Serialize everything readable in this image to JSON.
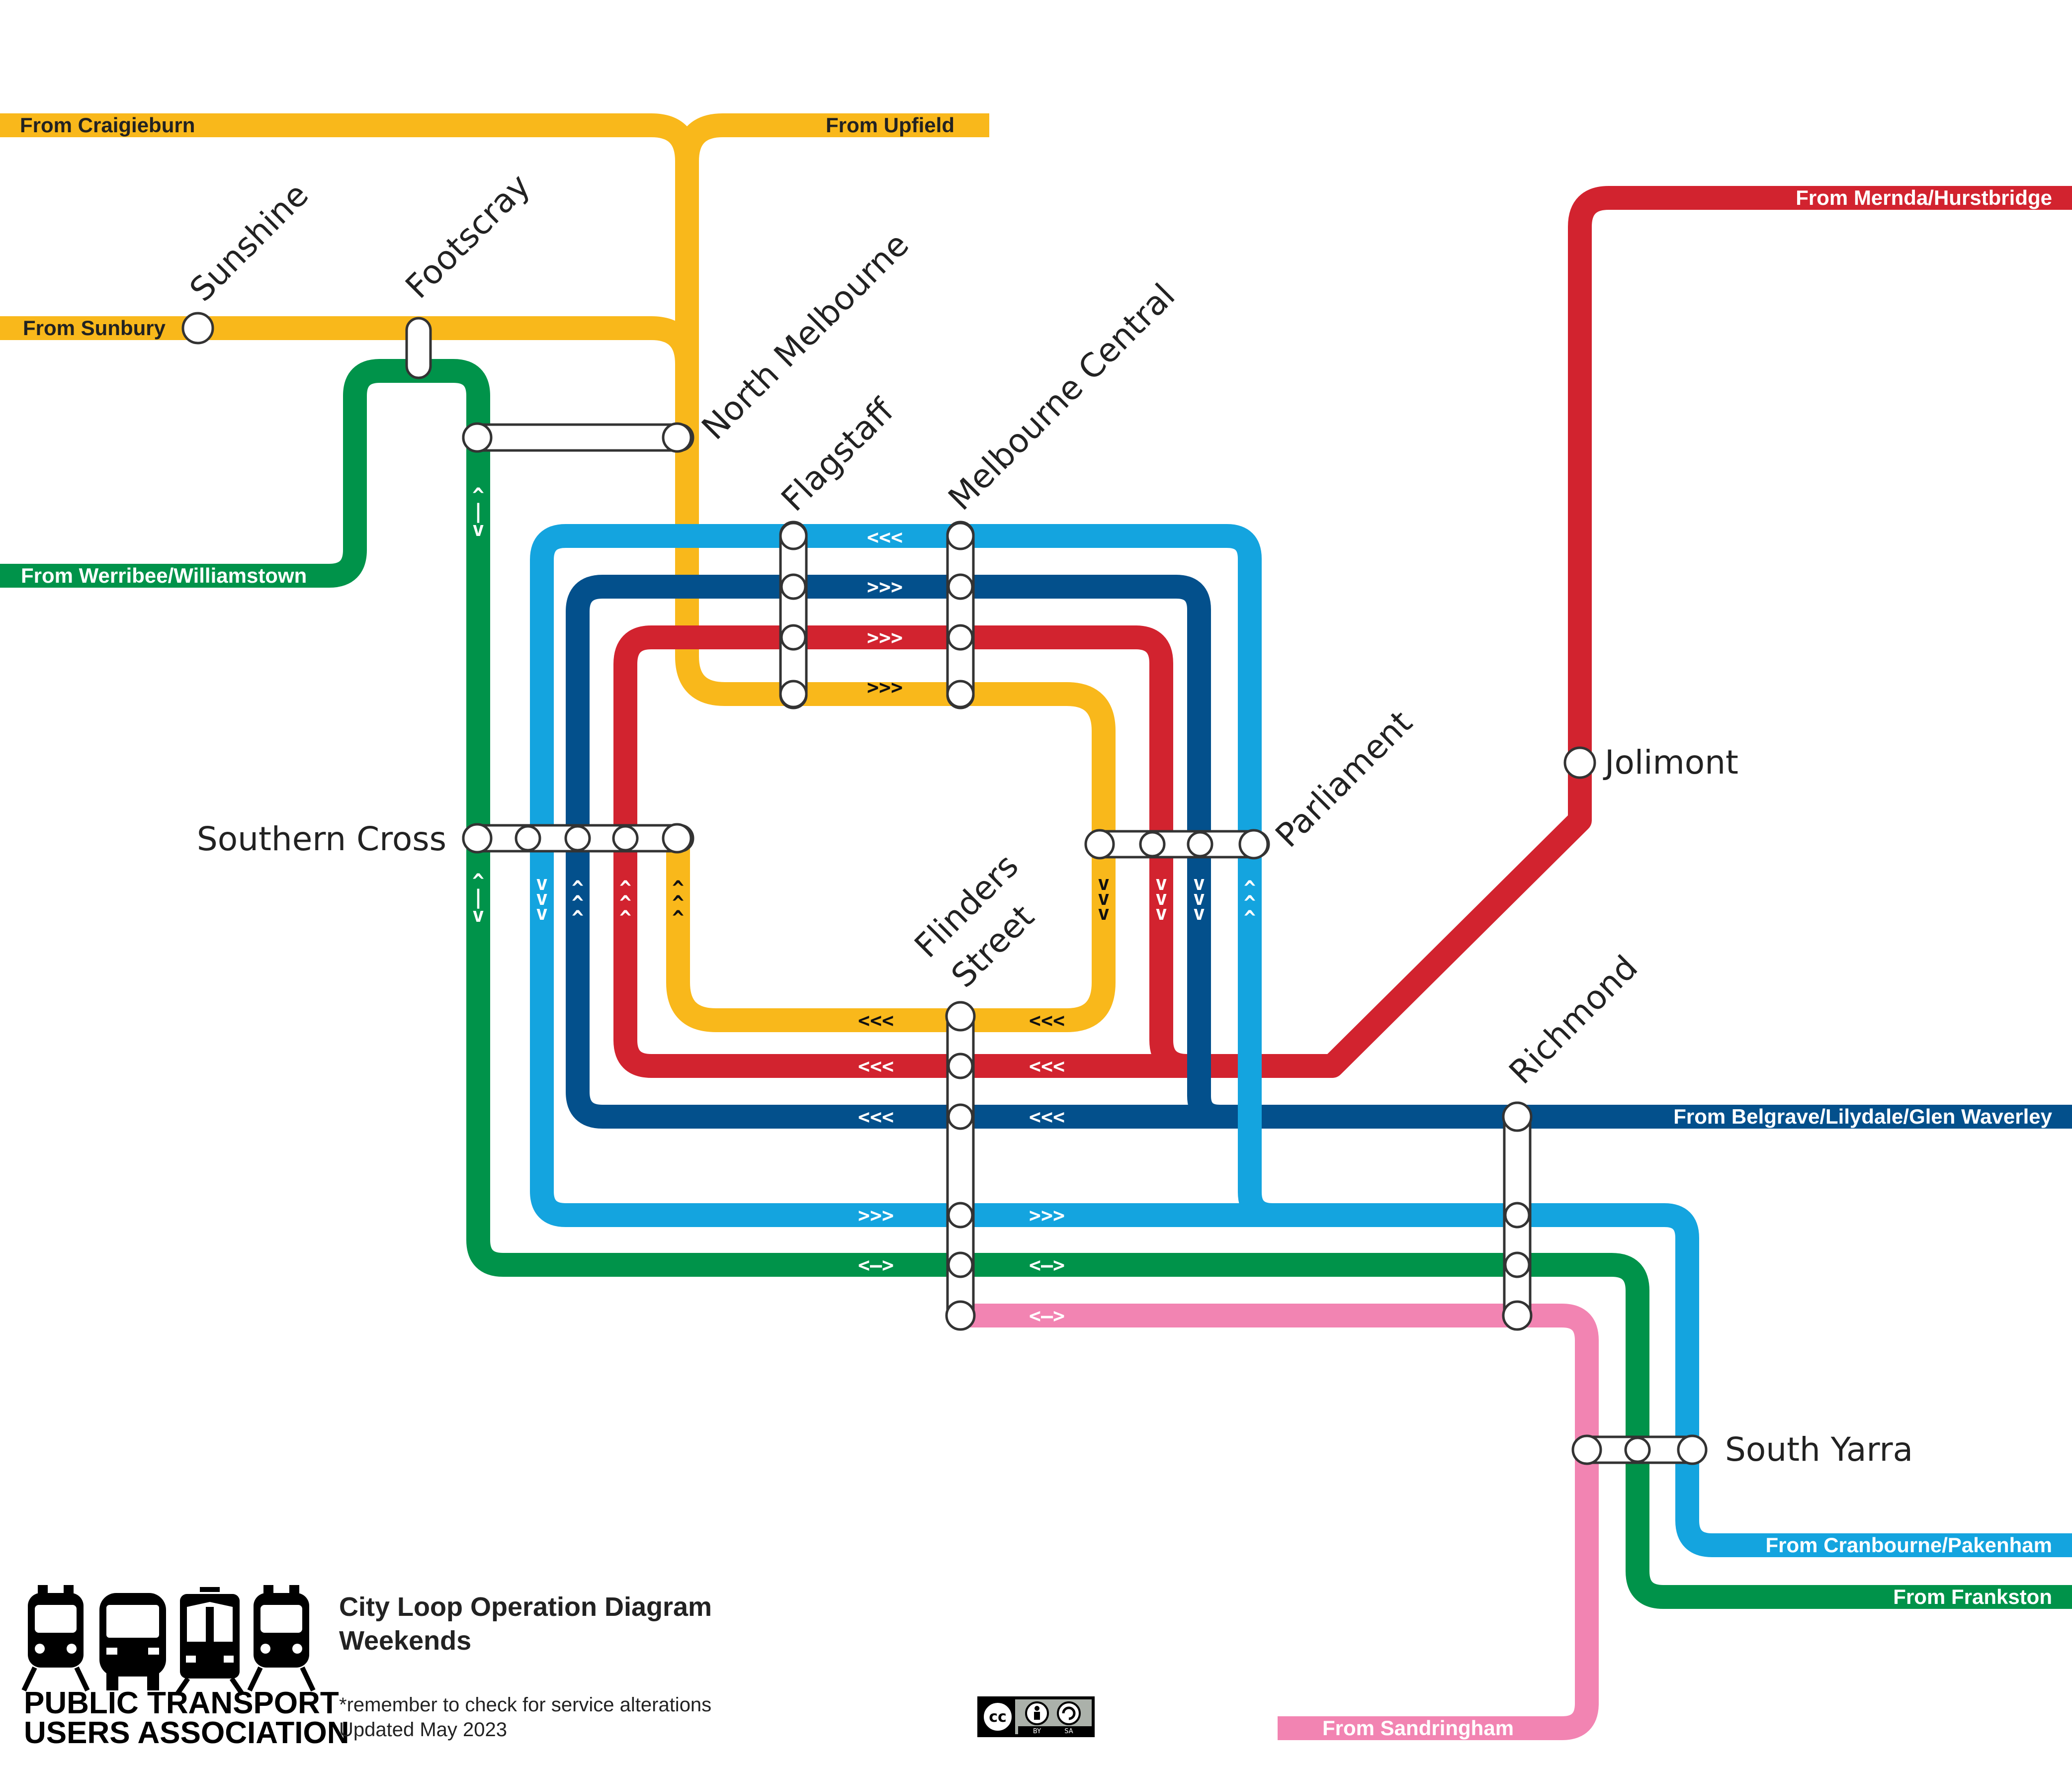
{
  "colors": {
    "yellow": "#F9B81B",
    "red": "#D2232F",
    "green": "#00934A",
    "light_blue": "#14A4DF",
    "dark_blue": "#03508C",
    "pink": "#F284B2"
  },
  "origins": {
    "craigieburn": "From Craigieburn",
    "upfield": "From Upfield",
    "mernda": "From Mernda/Hurstbridge",
    "sunbury": "From Sunbury",
    "werribee": "From Werribee/Williamstown",
    "belgrave": "From Belgrave/Lilydale/Glen Waverley",
    "cranbourne": "From Cranbourne/Pakenham",
    "frankston": "From Frankston",
    "sandringham": "From Sandringham"
  },
  "stations": {
    "sunshine": "Sunshine",
    "footscray": "Footscray",
    "north_melbourne": "North Melbourne",
    "flagstaff": "Flagstaff",
    "melbourne_central": "Melbourne Central",
    "parliament": "Parliament",
    "jolimont": "Jolimont",
    "southern_cross": "Southern Cross",
    "flinders_line1": "Flinders",
    "flinders_line2": "Street",
    "richmond": "Richmond",
    "south_yarra": "South Yarra"
  },
  "direction_markers": {
    "left": "<<<",
    "right": ">>>",
    "up": "^",
    "down": "v",
    "both": "<–>",
    "vert_both_top": "^",
    "vert_both_mid": "|",
    "vert_both_bot": "v"
  },
  "footer": {
    "title_line1": "City Loop Operation Diagram",
    "title_line2": "Weekends",
    "note": "*remember to check for service alterations",
    "updated": "Updated May 2023",
    "org_line1": "PUBLIC TRANSPORT",
    "org_line2": "USERS ASSOCIATION",
    "license_cc": "cc",
    "license_by": "BY",
    "license_sa": "SA"
  }
}
